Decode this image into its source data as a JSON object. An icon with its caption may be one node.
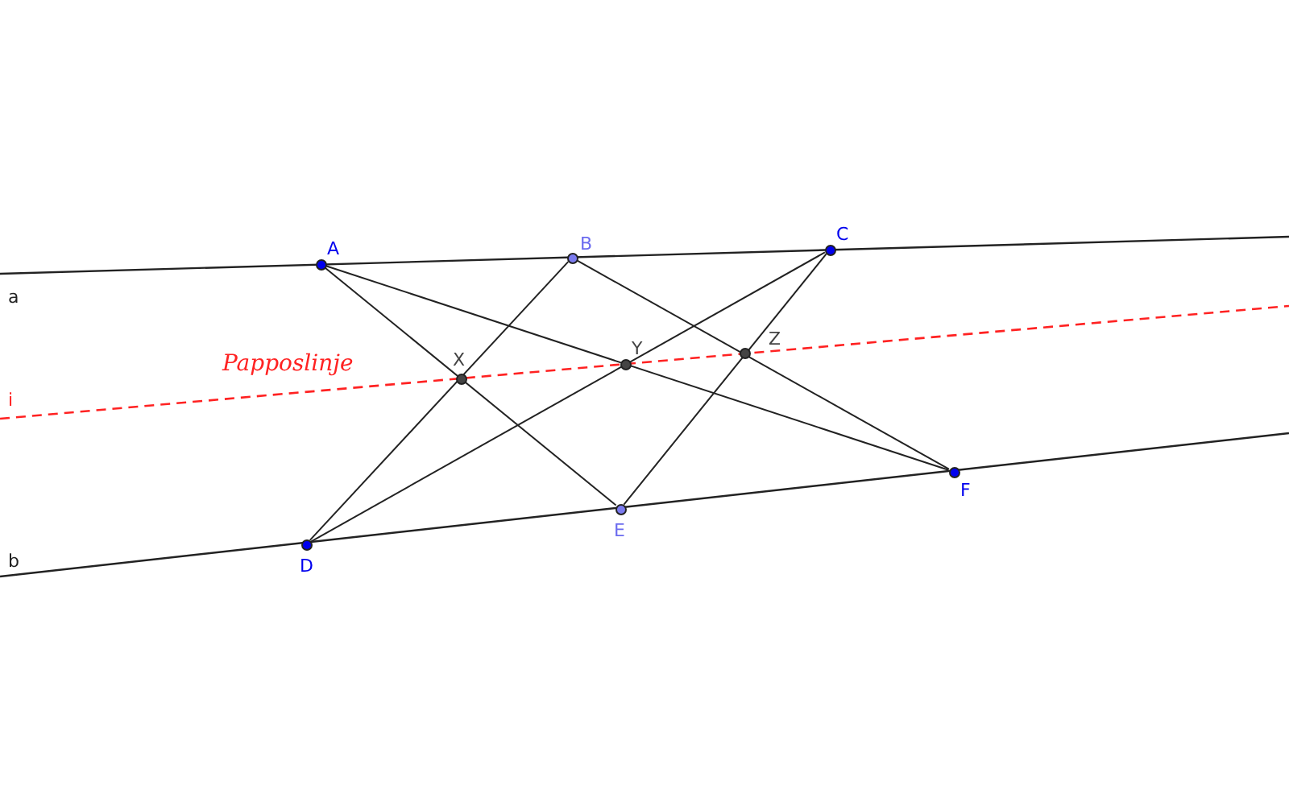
{
  "diagram": {
    "nodes": [
      {
        "text": [],
        "shape": "circle",
        "beside": [
          "A"
        ]
      },
      {
        "text": [],
        "shape": "circle",
        "beside": [
          "B"
        ]
      },
      {
        "text": [],
        "shape": "circle",
        "beside": [
          "C"
        ]
      },
      {
        "text": [],
        "shape": "circle",
        "beside": [
          "D"
        ]
      },
      {
        "text": [],
        "shape": "circle",
        "beside": [
          "E"
        ]
      },
      {
        "text": [],
        "shape": "circle",
        "beside": [
          "F"
        ]
      },
      {
        "text": [],
        "shape": "circle",
        "beside": [
          "X"
        ]
      },
      {
        "text": [],
        "shape": "circle",
        "beside": [
          "Y"
        ]
      },
      {
        "text": [],
        "shape": "circle",
        "beside": [
          "Z"
        ]
      }
    ],
    "edges": [
      {
        "from": 0,
        "to": 4,
        "arrow": "none"
      },
      {
        "from": 0,
        "to": 5,
        "arrow": "none"
      },
      {
        "from": 1,
        "to": 3,
        "arrow": "none"
      },
      {
        "from": 1,
        "to": 5,
        "arrow": "none"
      },
      {
        "from": 2,
        "to": 3,
        "arrow": "none"
      },
      {
        "from": 2,
        "to": 4,
        "arrow": "none"
      }
    ],
    "labels": [
      "a",
      "i",
      "Papposlinje",
      "b"
    ]
  }
}
